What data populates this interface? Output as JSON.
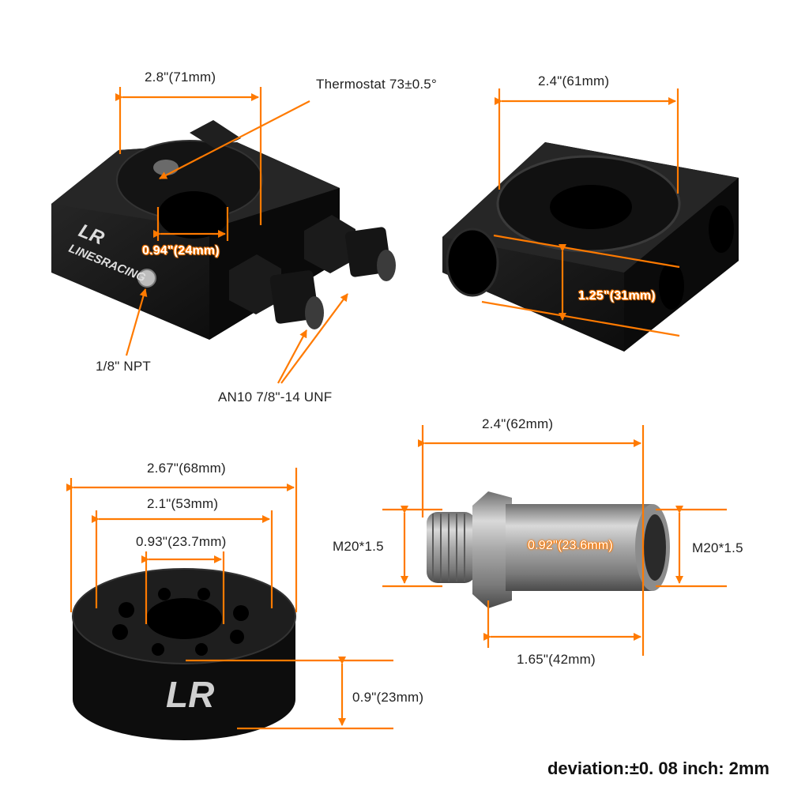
{
  "colors": {
    "dimension": "#ff7a00",
    "part_black": "#111111",
    "steel": "#9a9a9a"
  },
  "brand": {
    "name": "LINESRACING",
    "logo": "LR"
  },
  "sandwich_plate": {
    "width_dim": "2.8\"(71mm)",
    "thermostat_note": "Thermostat 73±0.5°",
    "bore_dim": "0.94\"(24mm)",
    "port_note": "1/8\" NPT",
    "fitting_note": "AN10  7/8\"-14 UNF"
  },
  "block_side": {
    "width_dim": "2.4\"(61mm)",
    "height_dim": "1.25\"(31mm)"
  },
  "spacer": {
    "outer_dim": "2.67\"(68mm)",
    "bolt_circle_dim": "2.1\"(53mm)",
    "bore_dim": "0.93\"(23.7mm)",
    "height_dim": "0.9\"(23mm)"
  },
  "bolt": {
    "length_dim": "2.4\"(62mm)",
    "thread_left": "M20*1.5",
    "bore_dim": "0.92\"(23.6mm)",
    "thread_right": "M20*1.5",
    "body_dim": "1.65\"(42mm)"
  },
  "deviation": "deviation:±0. 08 inch: 2mm"
}
